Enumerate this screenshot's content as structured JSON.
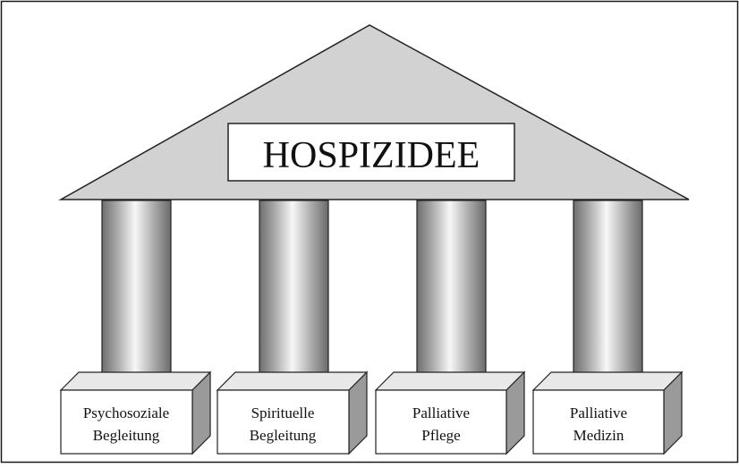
{
  "diagram": {
    "title": "HOSPIZIDEE",
    "pillars": [
      {
        "line1": "Psychosoziale",
        "line2": "Begleitung"
      },
      {
        "line1": "Spirituelle",
        "line2": "Begleitung"
      },
      {
        "line1": "Palliative",
        "line2": "Pflege"
      },
      {
        "line1": "Palliative",
        "line2": "Medizin"
      }
    ]
  }
}
